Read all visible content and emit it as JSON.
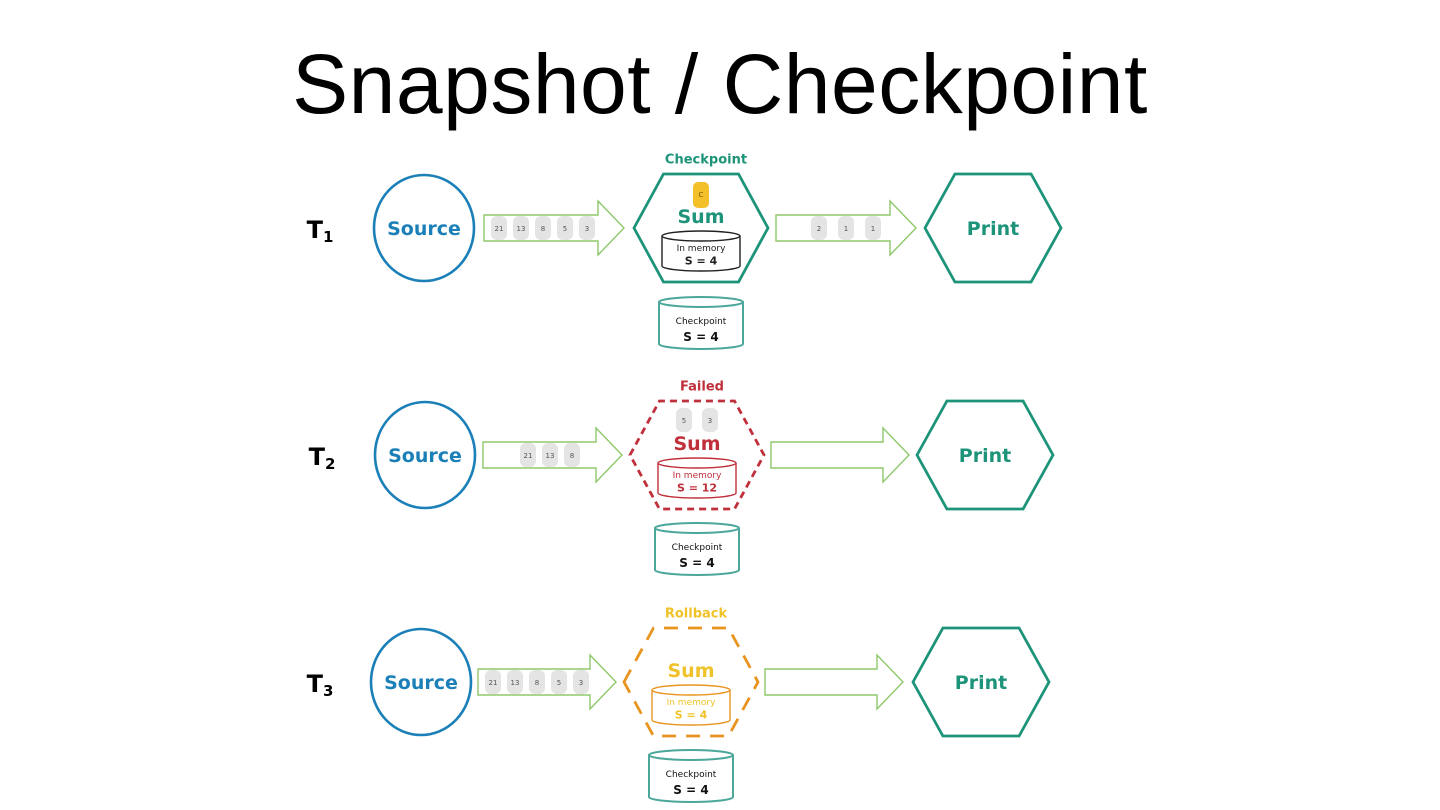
{
  "title": "Snapshot / Checkpoint",
  "colors": {
    "source": "#1b7fb8",
    "operator": "#1d9479",
    "failed": "#c0303b",
    "rollback": "#e8941f",
    "rollback_label": "#f0c22a",
    "arrow": "#8ec86a",
    "event_fill": "#e4e4e4",
    "barrier": "#f3c02a"
  },
  "rows": [
    {
      "time_label": "T",
      "time_sub": "1",
      "source_label": "Source",
      "in_events": [
        "21",
        "13",
        "8",
        "5",
        "3"
      ],
      "status_label": "Checkpoint",
      "status": "checkpoint",
      "barrier_label": "C",
      "inner_events": [],
      "operator_label": "Sum",
      "memory_label": "In memory",
      "memory_value": "S = 4",
      "out_events": [
        "2",
        "1",
        "1"
      ],
      "sink_label": "Print",
      "checkpoint_label": "Checkpoint",
      "checkpoint_value": "S = 4"
    },
    {
      "time_label": "T",
      "time_sub": "2",
      "source_label": "Source",
      "in_events": [
        "21",
        "13",
        "8"
      ],
      "status_label": "Failed",
      "status": "failed",
      "barrier_label": "",
      "inner_events": [
        "5",
        "3"
      ],
      "operator_label": "Sum",
      "memory_label": "In memory",
      "memory_value": "S = 12",
      "out_events": [],
      "sink_label": "Print",
      "checkpoint_label": "Checkpoint",
      "checkpoint_value": "S = 4"
    },
    {
      "time_label": "T",
      "time_sub": "3",
      "source_label": "Source",
      "in_events": [
        "21",
        "13",
        "8",
        "5",
        "3"
      ],
      "status_label": "Rollback",
      "status": "rollback",
      "barrier_label": "",
      "inner_events": [],
      "operator_label": "Sum",
      "memory_label": "In memory",
      "memory_value": "S = 4",
      "out_events": [],
      "sink_label": "Print",
      "checkpoint_label": "Checkpoint",
      "checkpoint_value": "S = 4"
    }
  ]
}
